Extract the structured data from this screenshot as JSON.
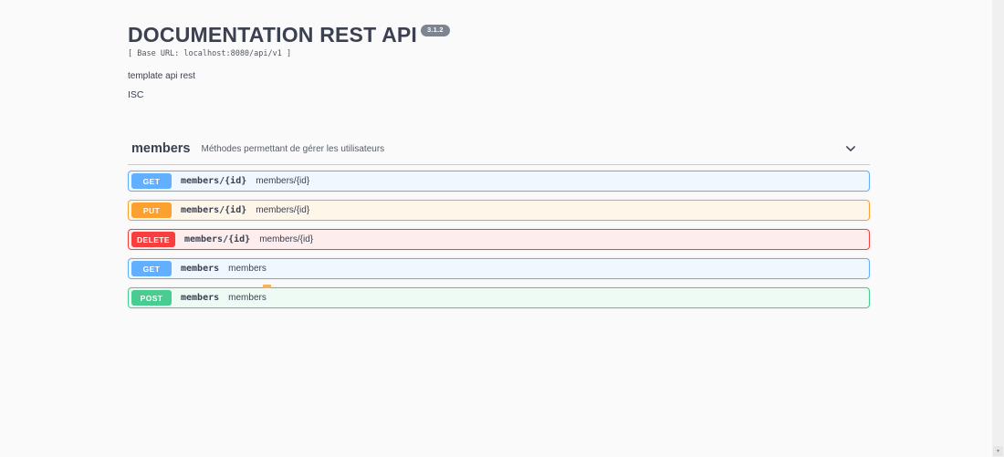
{
  "header": {
    "title": "DOCUMENTATION REST API",
    "version_badge": "3.1.2",
    "base_url": "[ Base URL: localhost:8080/api/v1 ]",
    "description": "template api rest",
    "license": "ISC"
  },
  "section": {
    "name": "members",
    "description": "Méthodes permettant de gérer les utilisateurs",
    "chevron_icon": "chevron-down"
  },
  "endpoints": [
    {
      "method": "GET",
      "path": "members/{id}",
      "summary": "members/{id}",
      "color": "#61affe",
      "bg": "#eff7ff"
    },
    {
      "method": "PUT",
      "path": "members/{id}",
      "summary": "members/{id}",
      "color": "#fca130",
      "bg": "#fff6ea"
    },
    {
      "method": "DELETE",
      "path": "members/{id}",
      "summary": "members/{id}",
      "color": "#f93e3e",
      "bg": "#fdeded"
    },
    {
      "method": "GET",
      "path": "members",
      "summary": "members",
      "color": "#61affe",
      "bg": "#eff7ff"
    },
    {
      "method": "POST",
      "path": "members",
      "summary": "members",
      "color": "#49cc90",
      "bg": "#eefaf4"
    }
  ],
  "colors": {
    "page_background": "#fafafa",
    "text_primary": "#3b4151",
    "badge_version_bg": "#7d8492",
    "get": "#61affe",
    "put": "#fca130",
    "delete": "#f93e3e",
    "post": "#49cc90",
    "cursor_artifact": "#fbab58"
  }
}
